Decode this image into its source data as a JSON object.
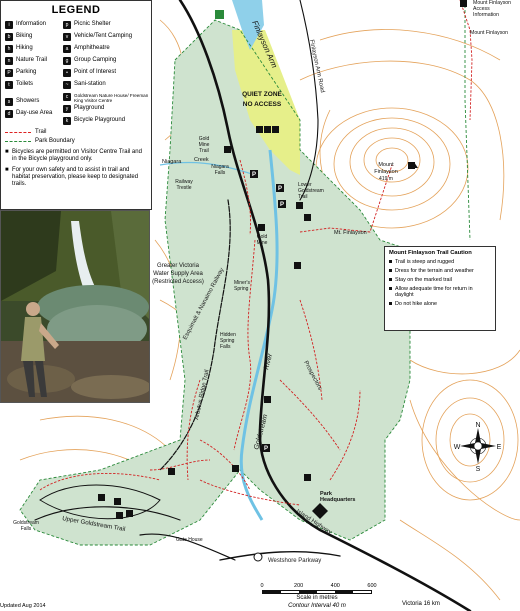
{
  "legend": {
    "title": "LEGEND",
    "left_items": [
      {
        "icon": "i",
        "label": "Information"
      },
      {
        "icon": "b",
        "label": "Biking"
      },
      {
        "icon": "h",
        "label": "Hiking"
      },
      {
        "icon": "n",
        "label": "Nature Trail"
      },
      {
        "icon": "P",
        "label": "Parking"
      },
      {
        "icon": "t",
        "label": "Toilets"
      },
      {
        "icon": "s",
        "label": "Showers"
      },
      {
        "icon": "d",
        "label": "Day-use Area"
      }
    ],
    "right_items": [
      {
        "icon": "p",
        "label": "Picnic Shelter"
      },
      {
        "icon": "v",
        "label": "Vehicle/Tent Camping"
      },
      {
        "icon": "a",
        "label": "Amphitheatre"
      },
      {
        "icon": "g",
        "label": "Group Camping"
      },
      {
        "icon": "•",
        "label": "Point of Interest"
      },
      {
        "icon": "~",
        "label": "Sani-station"
      },
      {
        "icon": "c",
        "label": "Goldstream Nature House/ Freeman King Visitor Centre"
      },
      {
        "icon": "y",
        "label": "Playground"
      },
      {
        "icon": "k",
        "label": "Bicycle Playground"
      }
    ],
    "trail_label": "Trail",
    "boundary_label": "Park Boundary",
    "notes": [
      "Bicycles are permitted on Visitor Centre Trail and in the Bicycle playground only.",
      "For your own safety and to assist in trail and habitat preservation, please keep to designated trails."
    ]
  },
  "caution": {
    "title": "Mount Finlayson Trail Caution",
    "items": [
      "Trail is steep and rugged",
      "Dress for the terrain and weather",
      "Stay on the marked trail",
      "Allow adequate time for return in daylight",
      "Do not hike alone"
    ]
  },
  "labels": {
    "quiet_zone": "QUIET ZONE",
    "no_access": "NO ACCESS",
    "finlayson_arm": "Finlayson Arm",
    "finlayson_arm_road": "Finlayson Arm Road",
    "mount_finlayson": "Mount",
    "mount_finlayson_2": "Finlayson",
    "summit": "419 m",
    "mt_finlayson_trail": "Mt. Finlayson",
    "mount_finlayson_access_1": "Mount Finlayson",
    "mount_finlayson_access_2": "Access",
    "mount_finlayson_access_3": "Information",
    "mount_finlayson_ne": "Mount Finlayson",
    "gold_mine_trail_1": "Gold",
    "gold_mine_trail_2": "Mine",
    "gold_mine_trail_3": "Trail",
    "niagara_falls_1": "Niagara",
    "niagara_falls_2": "Falls",
    "niagara_creek": "Niagara",
    "creek": "Creek",
    "railway_trestle_1": "Railway",
    "railway_trestle_2": "Trestle",
    "gold_mine_1": "Gold",
    "gold_mine_2": "Mine",
    "lower_goldstream_1": "Lower",
    "lower_goldstream_2": "Goldstream",
    "lower_goldstream_3": "Trail",
    "gvwsa_1": "Greater Victoria",
    "gvwsa_2": "Water Supply Area",
    "gvwsa_3": "(Restricted Access)",
    "en_railway": "Esquimalt & Nanaimo Railway",
    "miners_spring_1": "Miner's",
    "miners_spring_2": "Spring",
    "hidden_spring_1": "Hidden",
    "hidden_spring_2": "Spring",
    "hidden_spring_3": "Falls",
    "goldstream_river": "Goldstream",
    "river": "River",
    "prospectors": "Prospectors",
    "arbutus_ridge": "Arbutus Ridge Trail",
    "upper_goldstream": "Upper Goldstream Trail",
    "goldstream_falls_1": "Goldstream",
    "goldstream_falls_2": "Falls",
    "gate_house": "Gate House",
    "park_hq_1": "Park",
    "park_hq_2": "Headquarters",
    "island_highway": "Island Highway",
    "westshore_parkway": "Westshore Parkway",
    "compass_n": "N",
    "compass_s": "S",
    "compass_e": "E",
    "compass_w": "W"
  },
  "scale": {
    "ticks": [
      "0",
      "200",
      "400",
      "600"
    ],
    "caption": "Scale in metres",
    "contour": "Contour Interval 40 m"
  },
  "footer": {
    "updated": "Updated Aug 2014",
    "victoria": "Victoria 16 km"
  },
  "colors": {
    "park": "#cfe3cf",
    "water": "#8fd0ea",
    "quiet_zone": "#e6ef8a",
    "contour": "#e4a25a",
    "trail": "#d22222",
    "boundary": "#2a8a3a",
    "road": "#111111"
  }
}
